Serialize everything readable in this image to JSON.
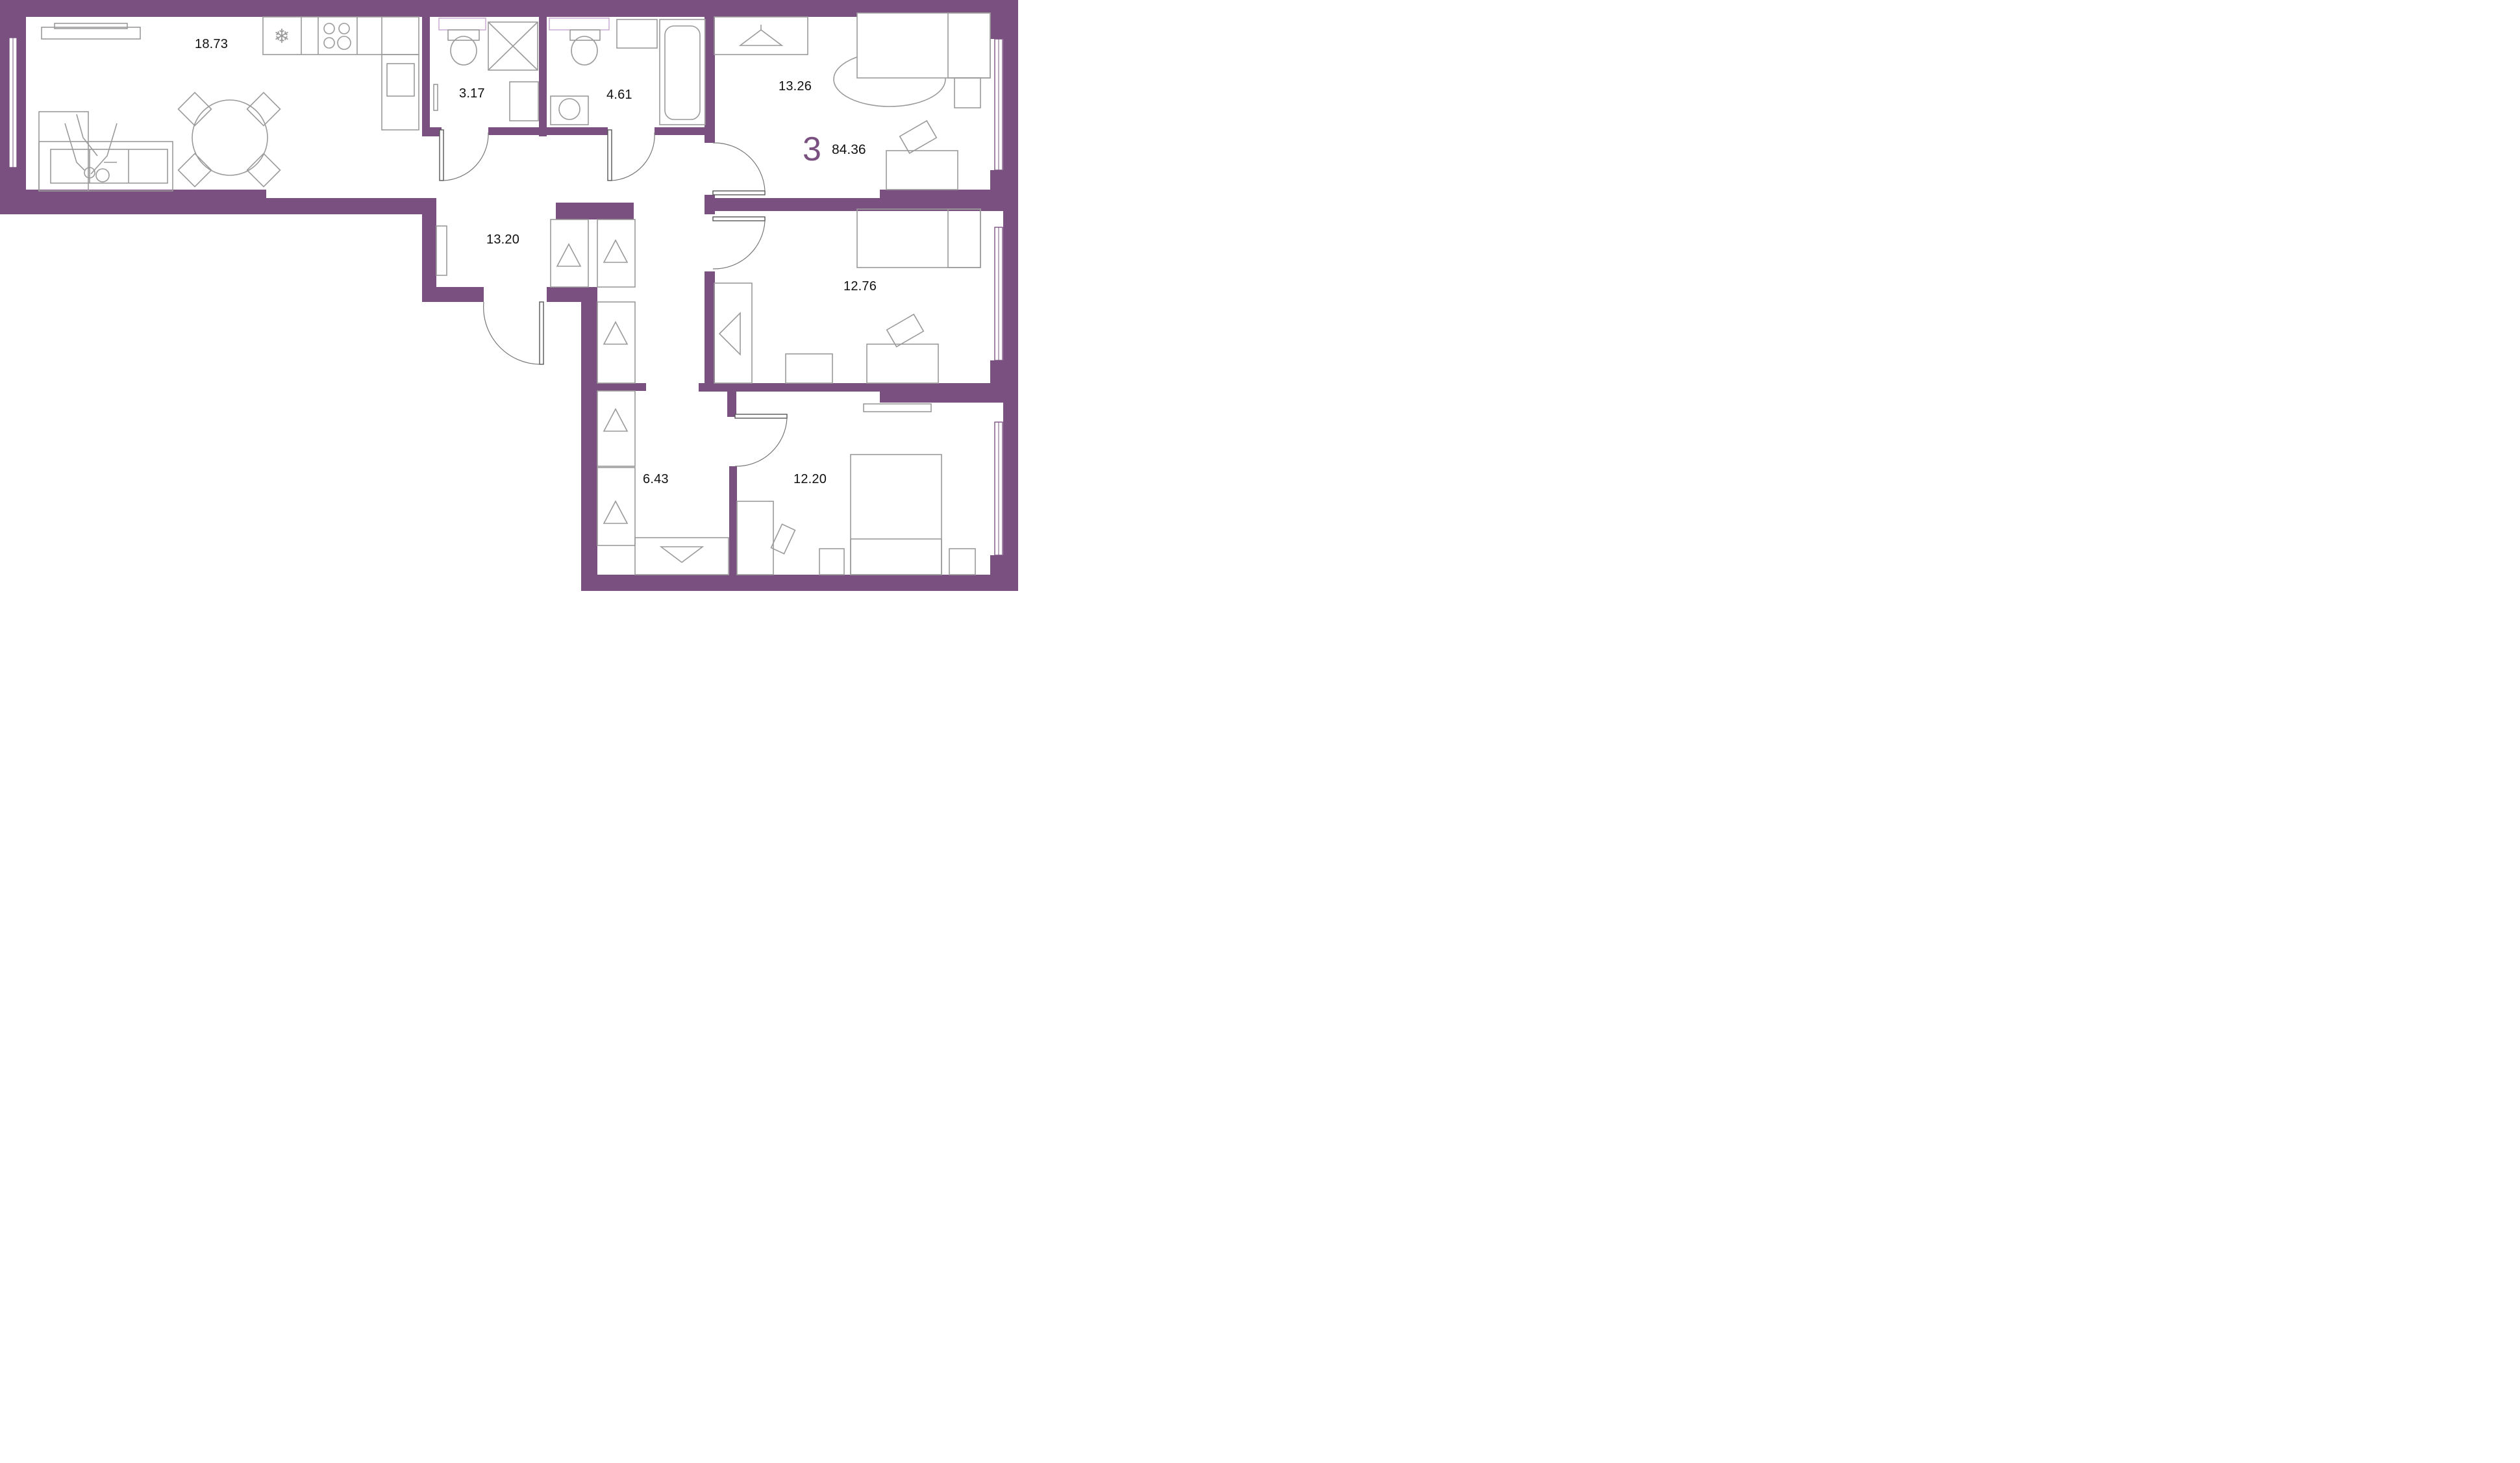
{
  "apartment": {
    "rooms_count": "3",
    "total_area": "84.36"
  },
  "rooms": [
    {
      "id": "kitchen-living",
      "area": "18.73"
    },
    {
      "id": "bathroom-small",
      "area": "3.17"
    },
    {
      "id": "bathroom-large",
      "area": "4.61"
    },
    {
      "id": "bedroom-top-right",
      "area": "13.26"
    },
    {
      "id": "hallway",
      "area": "13.20"
    },
    {
      "id": "bedroom-middle-right",
      "area": "12.76"
    },
    {
      "id": "corridor",
      "area": "6.43"
    },
    {
      "id": "bedroom-bottom-right",
      "area": "12.20"
    }
  ],
  "colors": {
    "wall": "#7a5081",
    "furniture": "#9a9a9a",
    "accent": "#7a5081"
  }
}
